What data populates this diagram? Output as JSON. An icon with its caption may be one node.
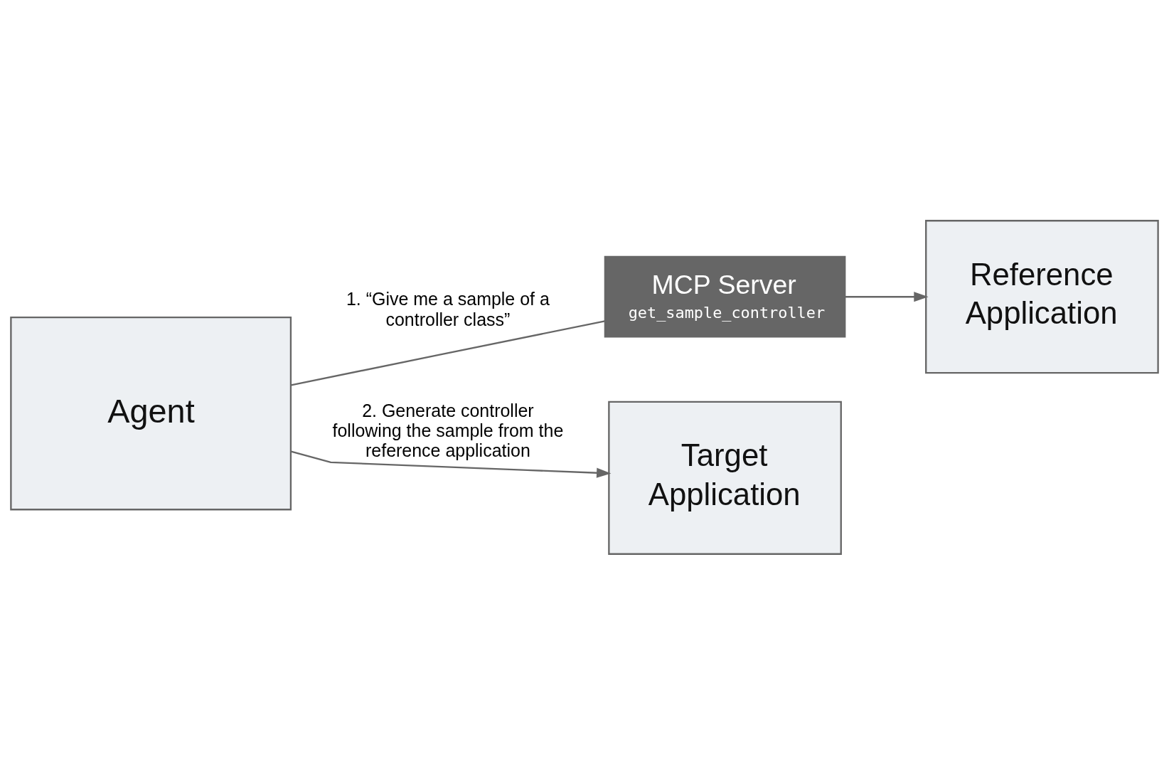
{
  "diagram": {
    "nodes": [
      {
        "text": [
          "Agent"
        ]
      },
      {
        "text": [
          "MCP Server",
          "get_sample_controller"
        ]
      },
      {
        "text": [
          "Reference Application"
        ]
      },
      {
        "text": [
          "Target Application"
        ]
      }
    ],
    "edges": [
      {
        "from": 0,
        "to": 1,
        "arrow": "none",
        "label": "1. “Give me a sample of a controller class”"
      },
      {
        "from": 1,
        "to": 2,
        "arrow": "to"
      },
      {
        "from": 0,
        "to": 3,
        "arrow": "to",
        "label": "2. Generate controller following the sample from the reference application"
      }
    ]
  }
}
